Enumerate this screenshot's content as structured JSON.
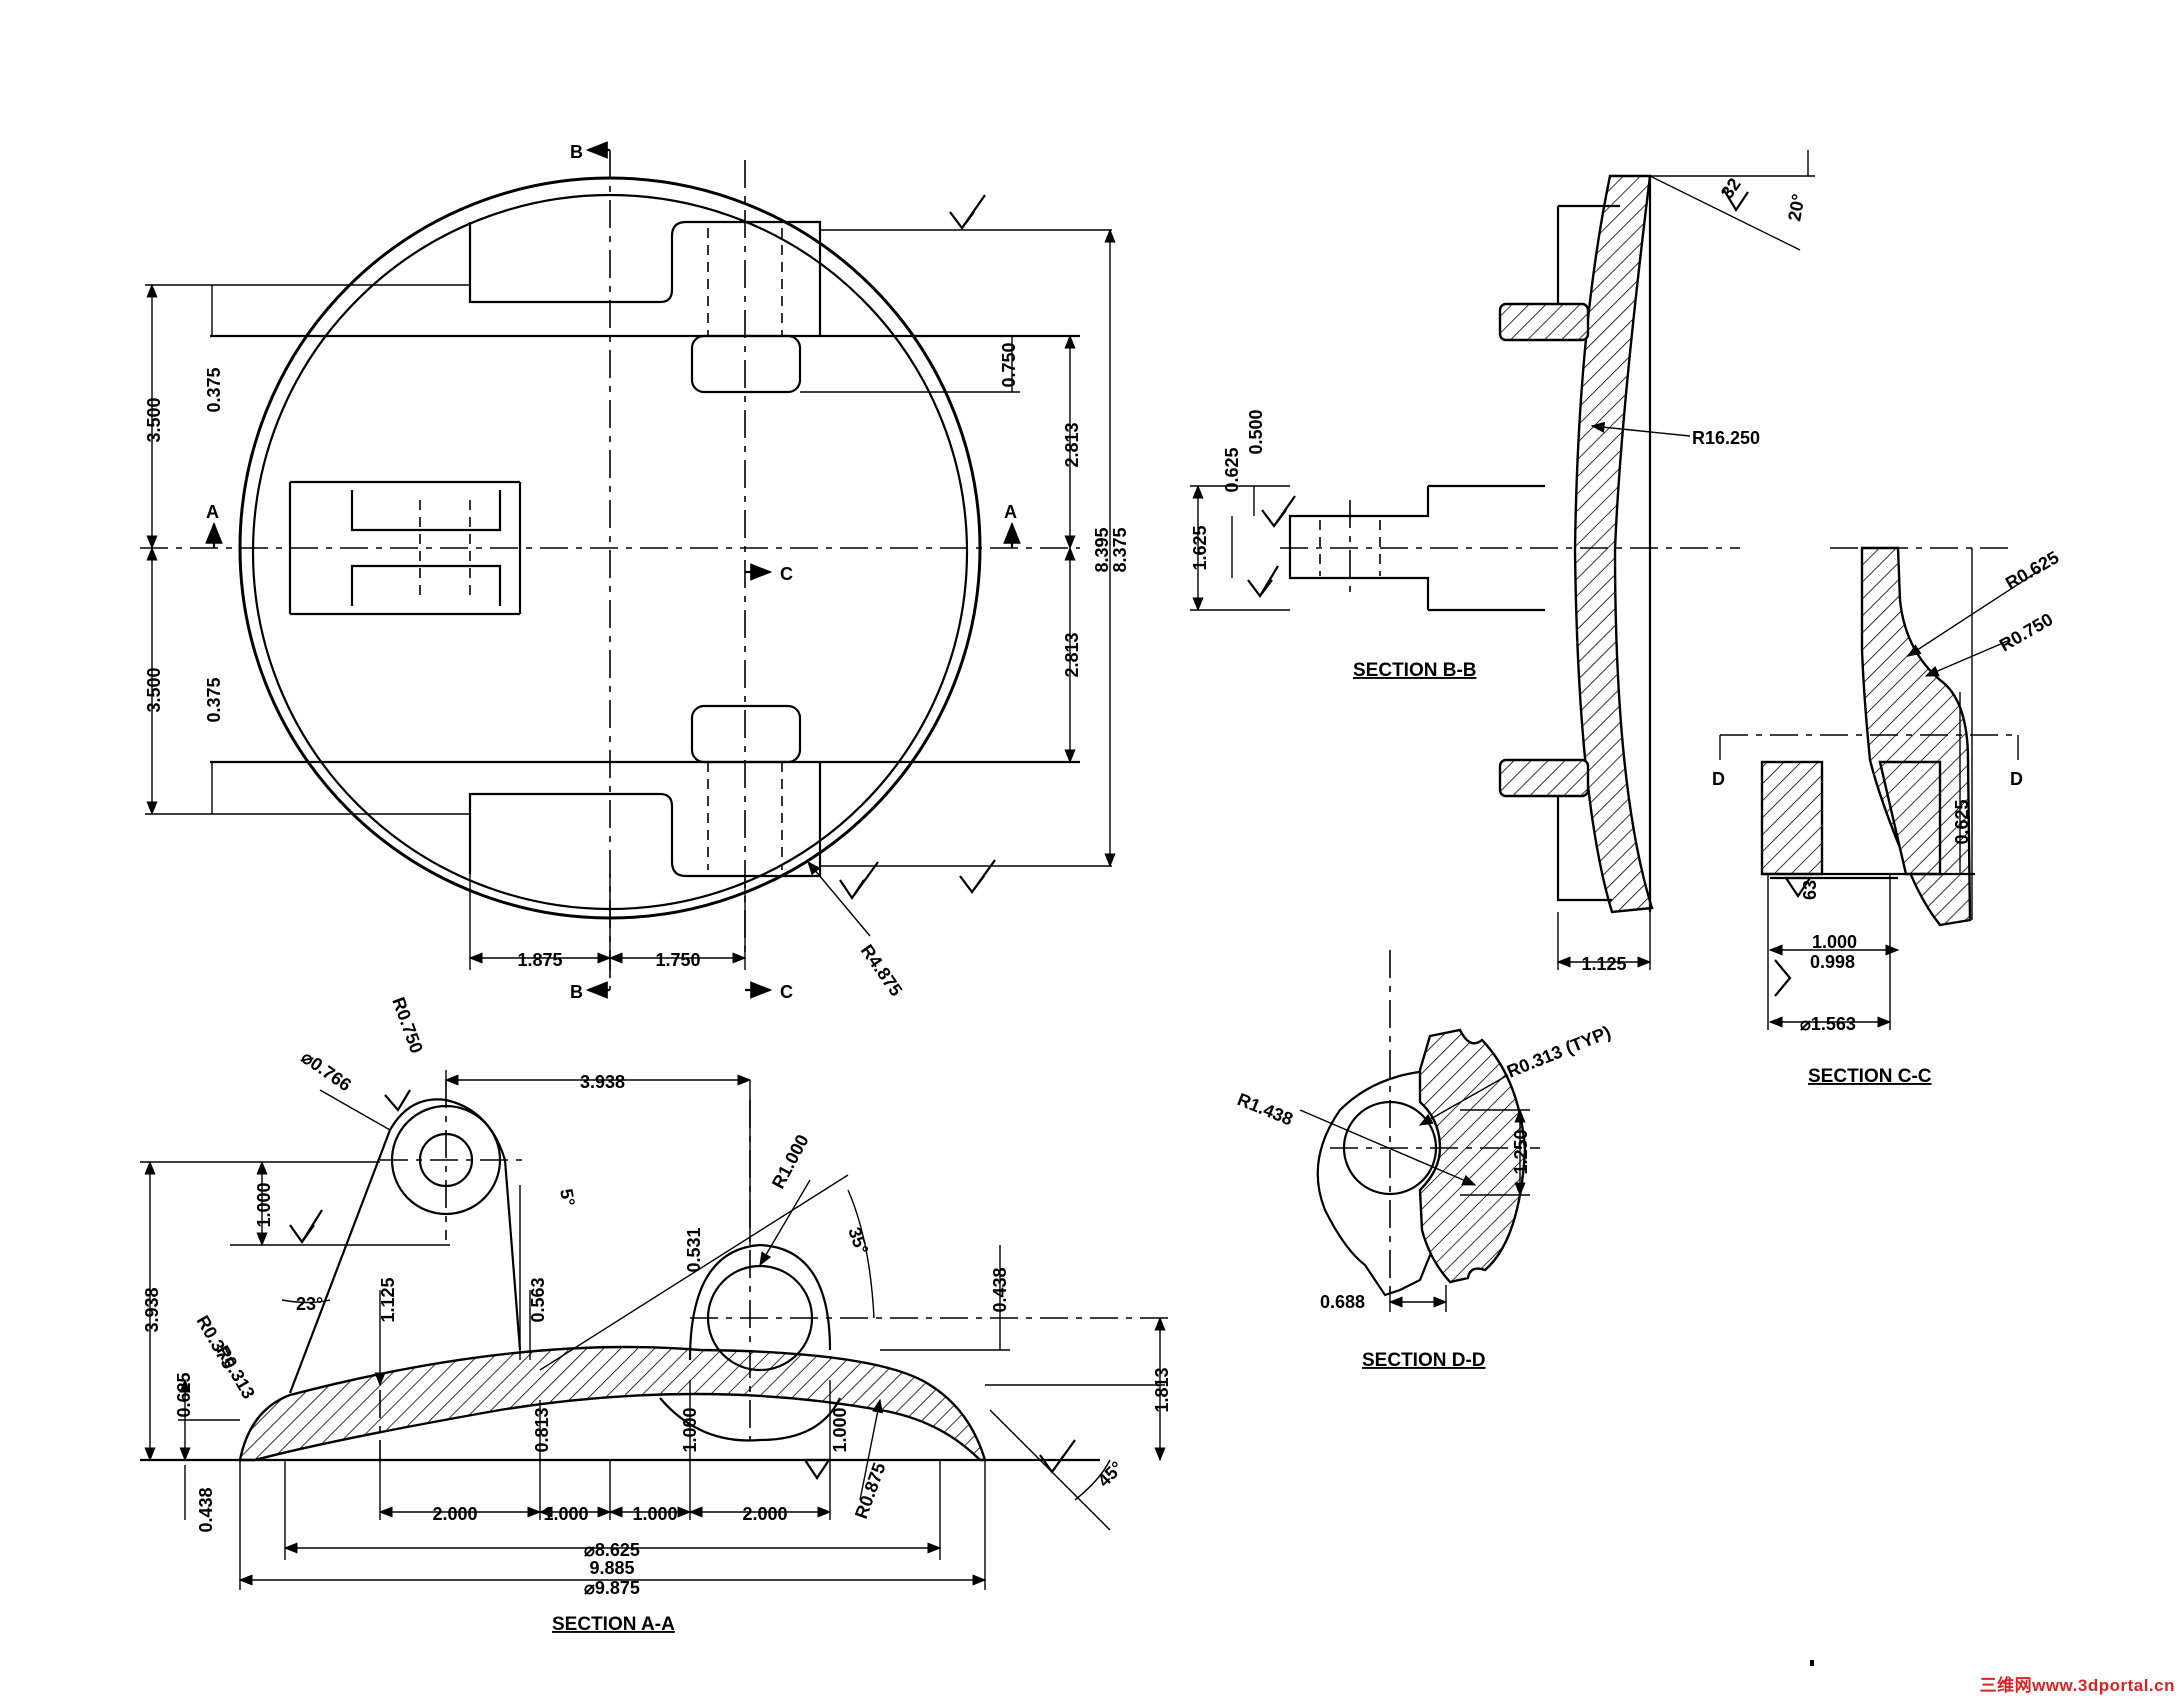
{
  "sections": {
    "aa": "SECTION A-A",
    "bb": "SECTION B-B",
    "cc": "SECTION C-C",
    "dd": "SECTION D-D"
  },
  "cut_labels": {
    "a": "A",
    "b": "B",
    "c": "C",
    "d": "D"
  },
  "plan": {
    "d_3500_top": "3.500",
    "d_3500_bot": "3.500",
    "d_0375_top": "0.375",
    "d_0375_bot": "0.375",
    "d_0750": "0.750",
    "d_2813_top": "2.813",
    "d_2813_bot": "2.813",
    "d_8395": "8.395",
    "d_8375": "8.375",
    "d_1875": "1.875",
    "d_1750": "1.750",
    "d_r4875": "R4.875"
  },
  "sec_bb": {
    "d_r16250": "R16.250",
    "d_0500": "0.500",
    "d_0625": "0.625",
    "d_1625": "1.625",
    "d_1125": "1.125",
    "d_32": "32",
    "d_20": "20°"
  },
  "sec_cc": {
    "d_r0625": "R0.625",
    "d_r0750": "R0.750",
    "d_0625": "0.625",
    "d_63": "63",
    "d_1000": "1.000",
    "d_0998": "0.998",
    "d_1563": "⌀1.563"
  },
  "sec_dd": {
    "d_r0313": "R0.313 (TYP)",
    "d_r1438": "R1.438",
    "d_1250": "1.250",
    "d_0688": "0.688"
  },
  "sec_aa": {
    "d_0766": "⌀0.766",
    "d_r0750": "R0.750",
    "d_3938_top": "3.938",
    "d_r1000": "R1.000",
    "d_5": "5°",
    "d_1000_v": "1.000",
    "d_0531": "0.531",
    "d_35": "35°",
    "d_3938_v": "3.938",
    "d_r0375": "R0.375",
    "d_23": "23°",
    "d_1125": "1.125",
    "d_0563": "0.563",
    "d_0438_r": "0.438",
    "d_r0313": "R0.313",
    "d_0625": "0.625",
    "d_1813": "1.813",
    "d_0813": "0.813",
    "d_1000_c1": "1.000",
    "d_1000_c2": "1.000",
    "d_45": "45°",
    "d_0438_l": "0.438",
    "d_2000_l": "2.000",
    "d_1000_l": "1.000",
    "d_1000_r": "1.000",
    "d_2000_r": "2.000",
    "d_r0875": "R0.875",
    "d_8625": "⌀8.625",
    "d_9885": "9.885",
    "d_9875": "⌀9.875"
  },
  "watermark": "三维网www.3dportal.cn"
}
